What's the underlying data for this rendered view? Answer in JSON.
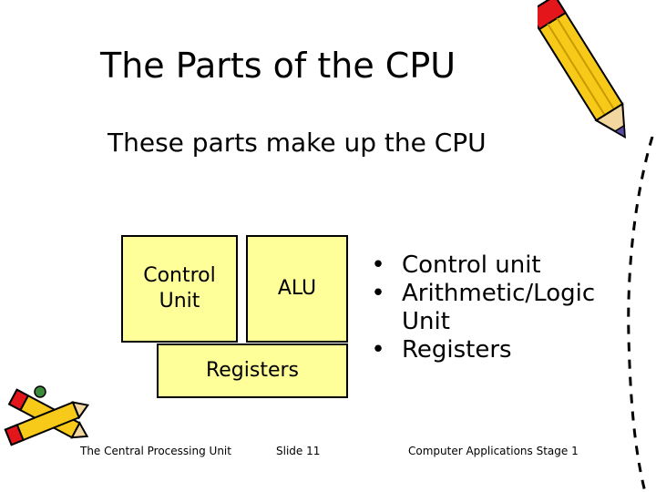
{
  "slide": {
    "title": "The Parts of the CPU",
    "subtitle": "These parts make up the CPU",
    "diagram": {
      "control_unit": "Control\nUnit",
      "alu": "ALU",
      "registers": "Registers"
    },
    "bullets": [
      {
        "marker": "•",
        "text": "Control unit"
      },
      {
        "marker": "•",
        "text": "Arithmetic/Logic Unit"
      },
      {
        "marker": "•",
        "text": "Registers"
      }
    ],
    "footer": {
      "left": "The Central Processing Unit",
      "center": "Slide 11",
      "right": "Computer Applications Stage 1"
    },
    "colors": {
      "box_fill": "#ffff99",
      "pencil_body": "#f7c919",
      "pencil_stripe": "#e3161b",
      "pencil_tip": "#5a4aa0"
    },
    "icons": [
      "pencil-icon",
      "pencils-icon",
      "dashed-line-decoration"
    ]
  }
}
